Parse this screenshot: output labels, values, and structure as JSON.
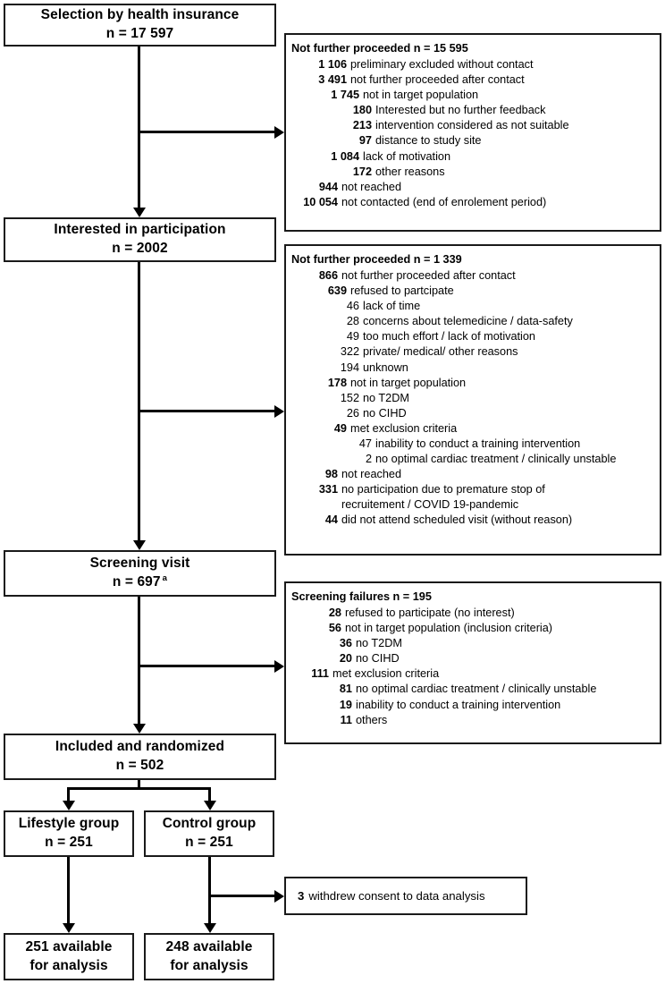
{
  "diagram": {
    "title": "CONSORT participant flow diagram",
    "main_boxes": [
      {
        "id": "selection",
        "line1": "Selection by health insurance",
        "line2": "n = 17 597"
      },
      {
        "id": "interested",
        "line1": "Interested in participation",
        "line2": "n = 2002"
      },
      {
        "id": "screening",
        "line1": "Screening visit",
        "line2": "n = 697",
        "footnote": "a"
      },
      {
        "id": "randomized",
        "line1": "Included and randomized",
        "line2": "n = 502"
      },
      {
        "id": "lifestyle",
        "line1": "Lifestyle group",
        "line2": "n = 251"
      },
      {
        "id": "control",
        "line1": "Control group",
        "line2": "n = 251"
      },
      {
        "id": "lifestyle-analysis",
        "line1": "251 available",
        "line2": "for analysis"
      },
      {
        "id": "control-analysis",
        "line1": "248 available",
        "line2": "for analysis"
      }
    ],
    "exclusion_box_1": {
      "header": "Not further proceeded  n = 15 595",
      "items": [
        {
          "level": 1,
          "num": "1 106",
          "text": "preliminary excluded without contact",
          "bold": true
        },
        {
          "level": 1,
          "num": "3 491",
          "text": "not further proceeded after contact",
          "bold": true
        },
        {
          "level": 2,
          "num": "1 745",
          "text": "not in target population",
          "bold": true
        },
        {
          "level": 3,
          "num": "180",
          "text": "Interested but no further feedback",
          "bold": true
        },
        {
          "level": 3,
          "num": "213",
          "text": "intervention considered as not suitable",
          "bold": true
        },
        {
          "level": 3,
          "num": "97",
          "text": "distance to study site",
          "bold": true
        },
        {
          "level": 2,
          "num": "1 084",
          "text": "lack of motivation",
          "bold": true
        },
        {
          "level": 3,
          "num": "172",
          "text": "other reasons",
          "bold": true
        },
        {
          "level": 0,
          "num": "944",
          "text": "not reached",
          "bold": true
        },
        {
          "level": 0,
          "num": "10 054",
          "text": "not contacted (end of enrolement period)",
          "bold": true
        }
      ]
    },
    "exclusion_box_2": {
      "header": "Not further proceeded n = 1 339",
      "items": [
        {
          "level": 0,
          "num": "866",
          "text": "not further proceeded after contact",
          "bold": true
        },
        {
          "level": 1,
          "num": "639",
          "text": "refused to partcipate",
          "bold": true
        },
        {
          "level": 2,
          "num": "46",
          "text": "lack of time",
          "bold": false
        },
        {
          "level": 2,
          "num": "28",
          "text": "concerns about telemedicine / data-safety",
          "bold": false
        },
        {
          "level": 2,
          "num": "49",
          "text": "too much effort / lack of motivation",
          "bold": false
        },
        {
          "level": 2,
          "num": "322",
          "text": "private/ medical/ other reasons",
          "bold": false
        },
        {
          "level": 2,
          "num": "194",
          "text": "unknown",
          "bold": false
        },
        {
          "level": 1,
          "num": "178",
          "text": "not in target population",
          "bold": true
        },
        {
          "level": 2,
          "num": "152",
          "text": "no T2DM",
          "bold": false
        },
        {
          "level": 2,
          "num": "26",
          "text": "no CIHD",
          "bold": false
        },
        {
          "level": 1,
          "num": "49",
          "text": "met exclusion criteria",
          "bold": true
        },
        {
          "level": 3,
          "num": "47",
          "text": "inability to conduct a training intervention",
          "bold": false
        },
        {
          "level": 3,
          "num": "2",
          "text": "no optimal cardiac treatment / clinically unstable",
          "bold": false
        },
        {
          "level": 0,
          "num": "98",
          "text": "not reached",
          "bold": true
        },
        {
          "level": 0,
          "num": "331",
          "text": "no participation due to premature stop of",
          "bold": true
        },
        {
          "level": 0,
          "num": "",
          "text": "recruitement / COVID 19-pandemic",
          "bold": true,
          "continuation": true
        },
        {
          "level": 0,
          "num": "44",
          "text": "did not attend scheduled visit (without reason)",
          "bold": true
        }
      ]
    },
    "exclusion_box_3": {
      "header": "Screening failures n = 195",
      "items": [
        {
          "level": 1,
          "num": "28",
          "text": "refused to participate (no interest)",
          "bold": true
        },
        {
          "level": 1,
          "num": "56",
          "text": "not in target population (inclusion criteria)",
          "bold": true
        },
        {
          "level": 2,
          "num": "36",
          "text": "no T2DM",
          "bold": true
        },
        {
          "level": 2,
          "num": "20",
          "text": "no CIHD",
          "bold": true
        },
        {
          "level": 0,
          "num": "111",
          "text": "met exclusion criteria",
          "bold": true
        },
        {
          "level": 2,
          "num": "81",
          "text": "no optimal cardiac treatment / clinically unstable",
          "bold": true
        },
        {
          "level": 2,
          "num": "19",
          "text": "inability to conduct a training intervention",
          "bold": true
        },
        {
          "level": 2,
          "num": "11",
          "text": "others",
          "bold": true
        }
      ]
    },
    "withdrawal_note": {
      "num": "3",
      "text": "withdrew consent to data analysis"
    }
  }
}
